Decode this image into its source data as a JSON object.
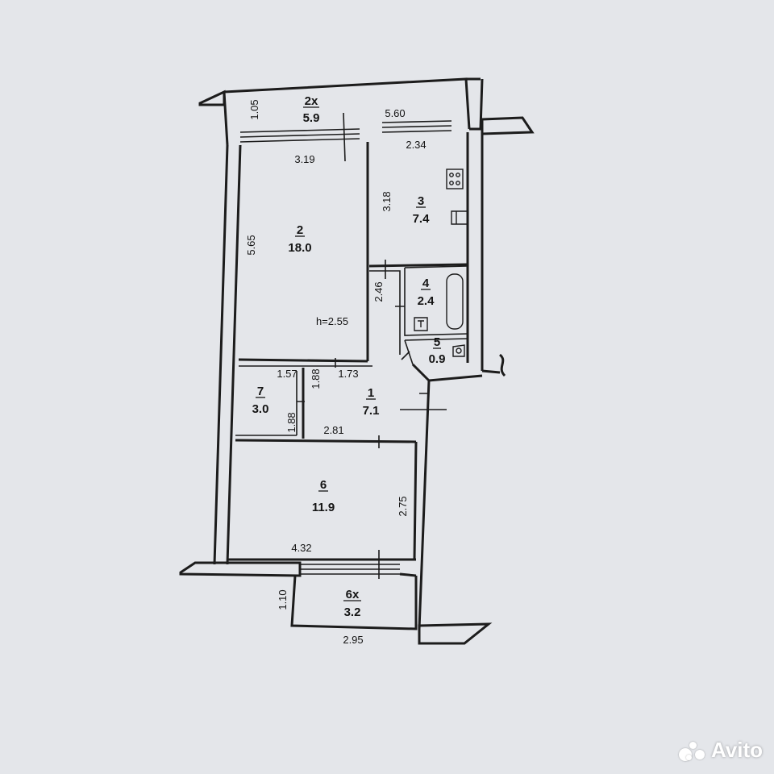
{
  "rooms": [
    {
      "id": "2x",
      "number": "2х",
      "area": "5.9"
    },
    {
      "id": "2",
      "number": "2",
      "area": "18.0"
    },
    {
      "id": "3",
      "number": "3",
      "area": "7.4"
    },
    {
      "id": "4",
      "number": "4",
      "area": "2.4"
    },
    {
      "id": "5",
      "number": "5",
      "area": "0.9"
    },
    {
      "id": "7",
      "number": "7",
      "area": "3.0"
    },
    {
      "id": "1",
      "number": "1",
      "area": "7.1"
    },
    {
      "id": "6",
      "number": "6",
      "area": "11.9"
    },
    {
      "id": "6x",
      "number": "6х",
      "area": "3.2"
    }
  ],
  "dimensions": {
    "balcony_top_depth": "1.05",
    "balcony_top_length": "5.60",
    "room2_width": "3.19",
    "room2_length": "5.65",
    "kitchen_width": "2.34",
    "kitchen_length": "3.18",
    "bath_length": "2.46",
    "ceiling_height": "h=2.55",
    "closet_width": "1.57",
    "closet_depth_top": "1.88",
    "hall_width": "1.73",
    "closet_depth_bottom": "1.88",
    "hall_length": "2.81",
    "room6_length": "2.75",
    "room6_width": "4.32",
    "balcony_bottom_depth": "1.10",
    "balcony_bottom_length": "2.95"
  },
  "watermark": {
    "text": "Avito",
    "icon": "avito-dots-icon"
  }
}
